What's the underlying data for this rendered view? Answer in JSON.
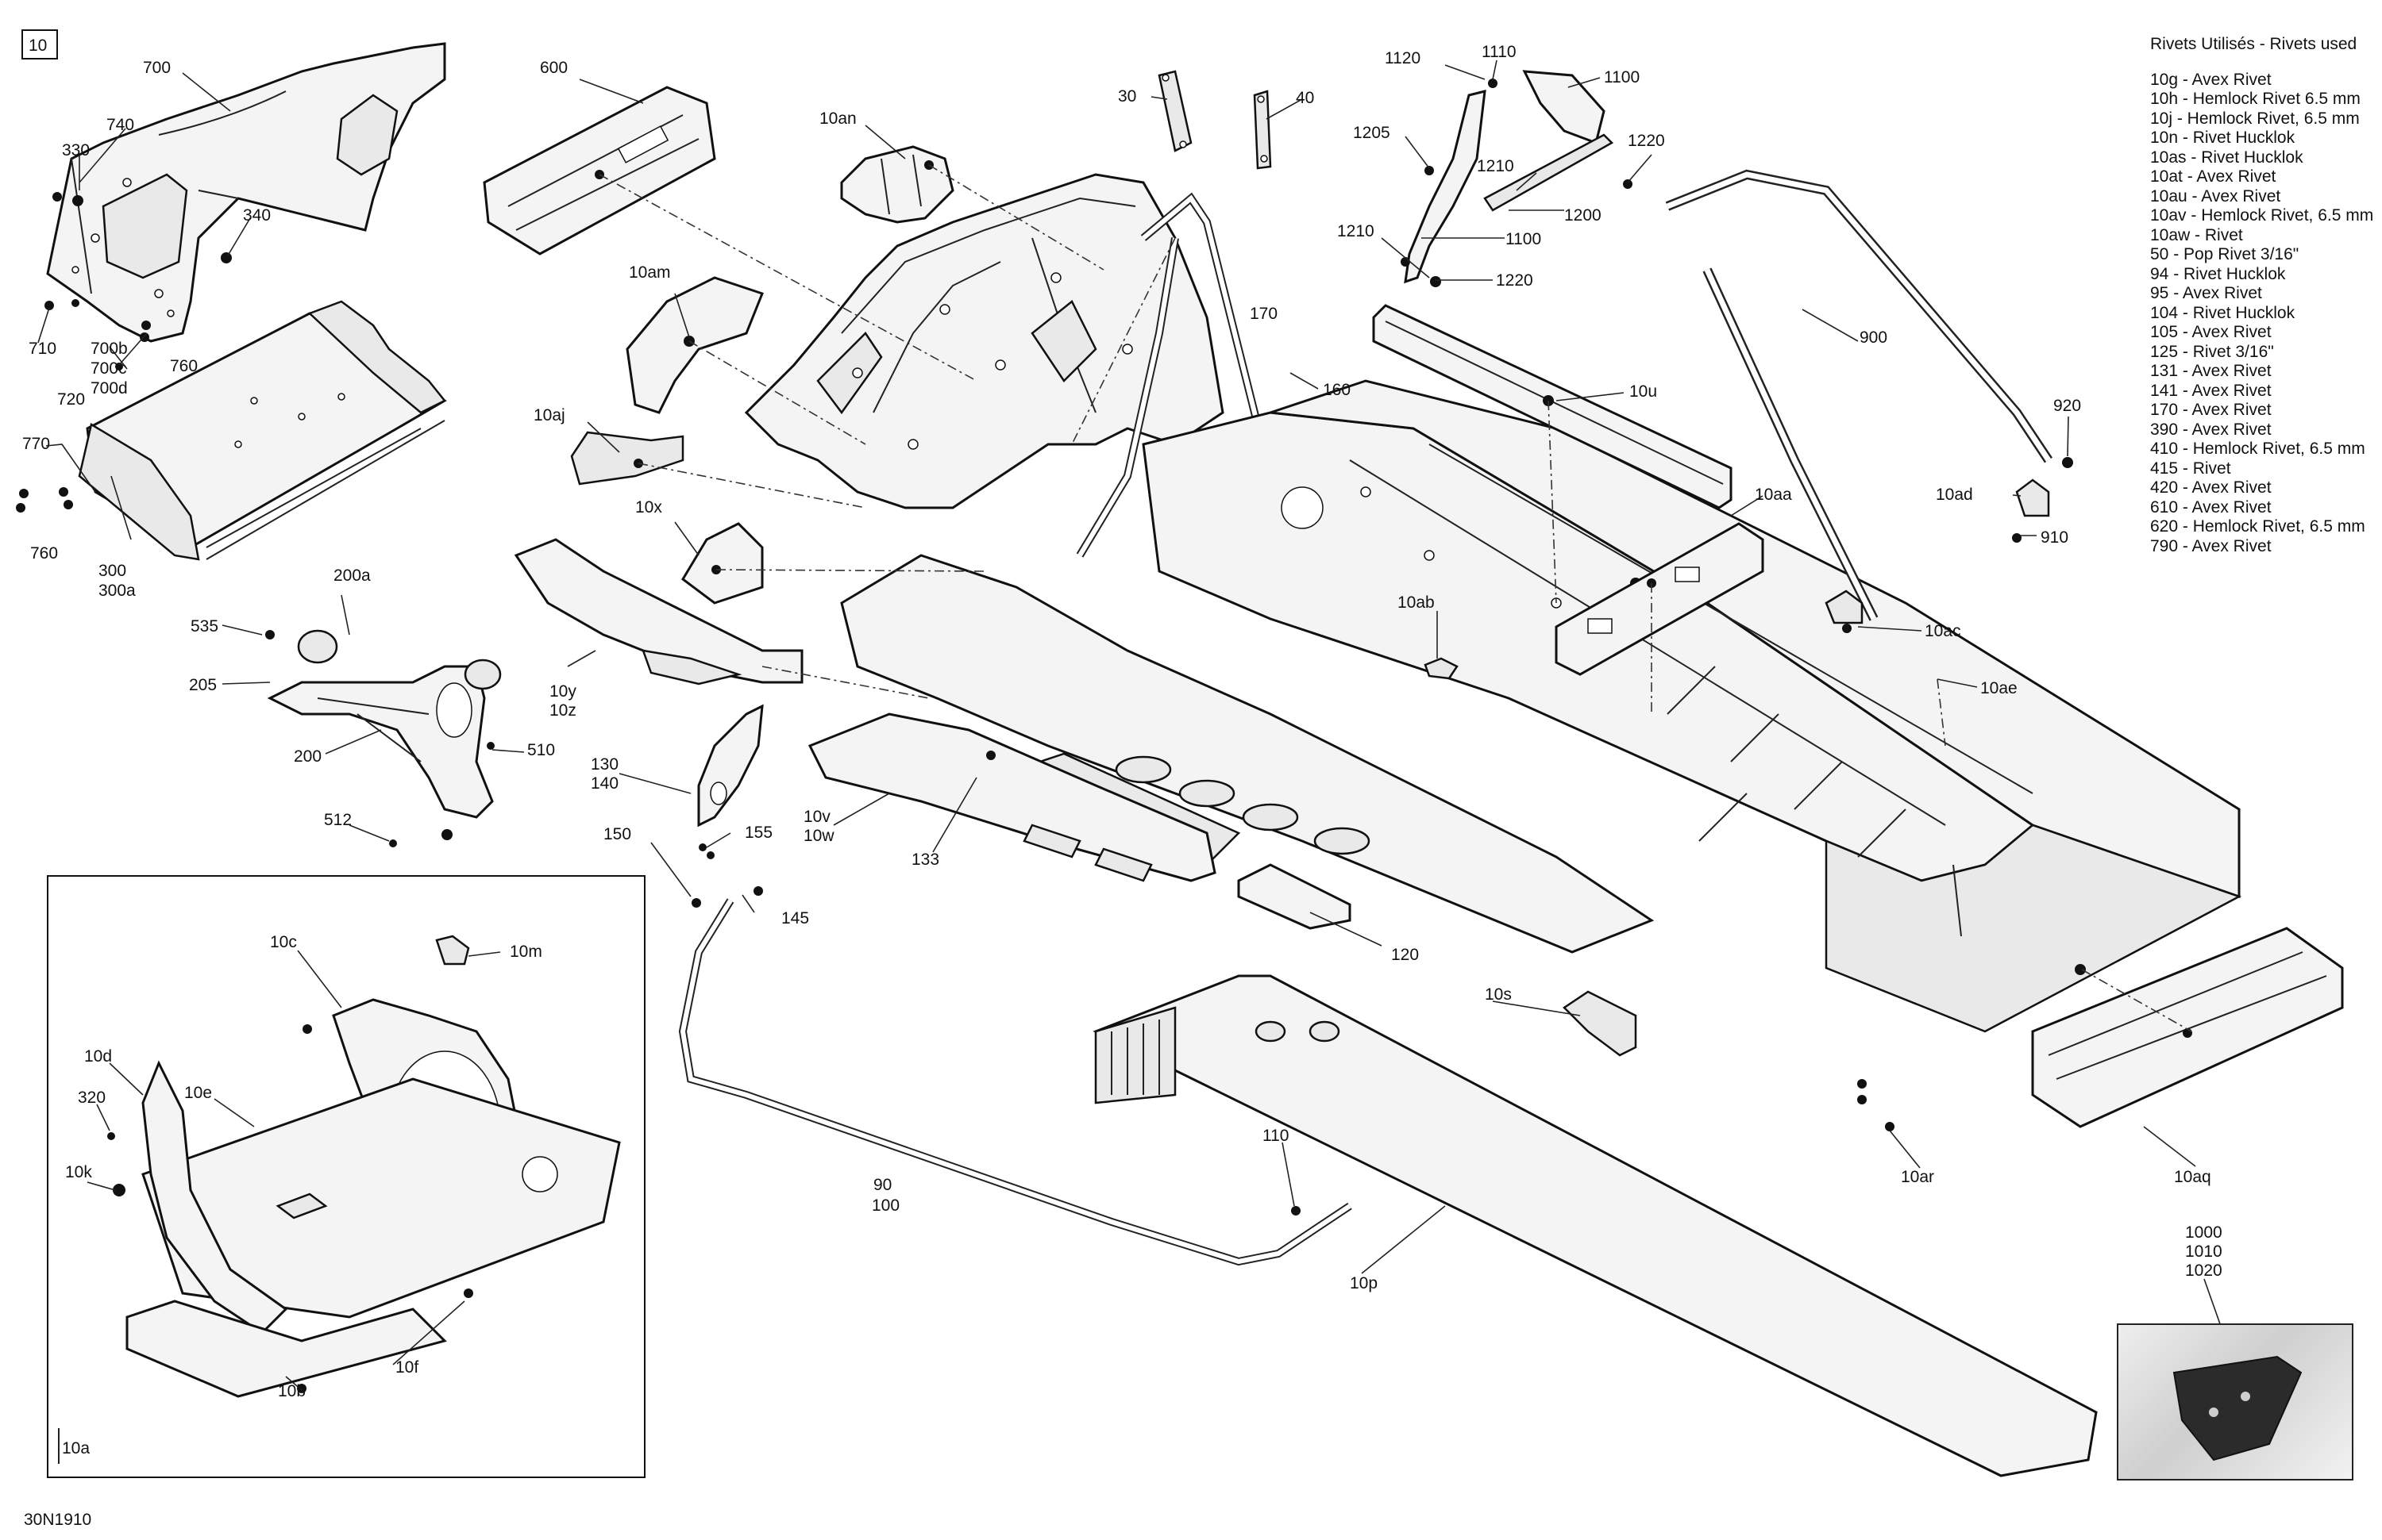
{
  "page_tag": "10",
  "inset_tag": "10a",
  "drawing_code": "30N1910",
  "rivets_title": "Rivets Utilisés - Rivets used",
  "rivets": [
    "10g - Avex Rivet",
    "10h - Hemlock Rivet 6.5 mm",
    "10j - Hemlock Rivet, 6.5 mm",
    "10n - Rivet Hucklok",
    "10as - Rivet Hucklok",
    "10at - Avex Rivet",
    "10au - Avex Rivet",
    "10av - Hemlock Rivet, 6.5 mm",
    "10aw - Rivet",
    "50 - Pop Rivet 3/16\"",
    "94 - Rivet Hucklok",
    "95 - Avex Rivet",
    "104 - Rivet Hucklok",
    "105 - Avex Rivet",
    "125 - Rivet 3/16\"",
    "131 - Avex Rivet",
    "141 - Avex Rivet",
    "170 - Avex Rivet",
    "390 - Avex Rivet",
    "410 - Hemlock Rivet, 6.5 mm",
    "415 - Rivet",
    "420 - Avex Rivet",
    "610 - Avex Rivet",
    "620 - Hemlock Rivet, 6.5 mm",
    "790 - Avex Rivet"
  ],
  "callouts": {
    "c700": "700",
    "c740": "740",
    "c330": "330",
    "c340": "340",
    "c710": "710",
    "c700b": "700b",
    "c700c": "700c",
    "c700d": "700d",
    "c760a": "760",
    "c720": "720",
    "c770": "770",
    "c760b": "760",
    "c300": "300",
    "c300a": "300a",
    "c600": "600",
    "c10an": "10an",
    "c30": "30",
    "c40": "40",
    "c1120": "1120",
    "c1110": "1110",
    "c1100a": "1100",
    "c1205": "1205",
    "c1210a": "1210",
    "c1200": "1200",
    "c1220a": "1220",
    "c1210b": "1210",
    "c1100b": "1100",
    "c1220b": "1220",
    "c10am": "10am",
    "c170": "170",
    "c160": "160",
    "c900": "900",
    "c10u": "10u",
    "c920": "920",
    "c10aj": "10aj",
    "c10ad": "10ad",
    "c10aa": "10aa",
    "c910": "910",
    "c10x": "10x",
    "c200a": "200a",
    "c535": "535",
    "c205": "205",
    "c10ab": "10ab",
    "c10ac": "10ac",
    "c10y": "10y",
    "c10z": "10z",
    "c10ae": "10ae",
    "c200": "200",
    "c510": "510",
    "c130": "130",
    "c140": "140",
    "c10v": "10v",
    "c10w": "10w",
    "c512": "512",
    "c155": "155",
    "c133": "133",
    "c150": "150",
    "c145": "145",
    "c120": "120",
    "c10c": "10c",
    "c10m": "10m",
    "c10s": "10s",
    "c10d": "10d",
    "c10e": "10e",
    "c320": "320",
    "c10k": "10k",
    "c110": "110",
    "c90": "90",
    "c100": "100",
    "c10p": "10p",
    "c10ar": "10ar",
    "c10aq": "10aq",
    "c10f": "10f",
    "c10b": "10b",
    "c1000": "1000",
    "c1010": "1010",
    "c1020": "1020"
  }
}
